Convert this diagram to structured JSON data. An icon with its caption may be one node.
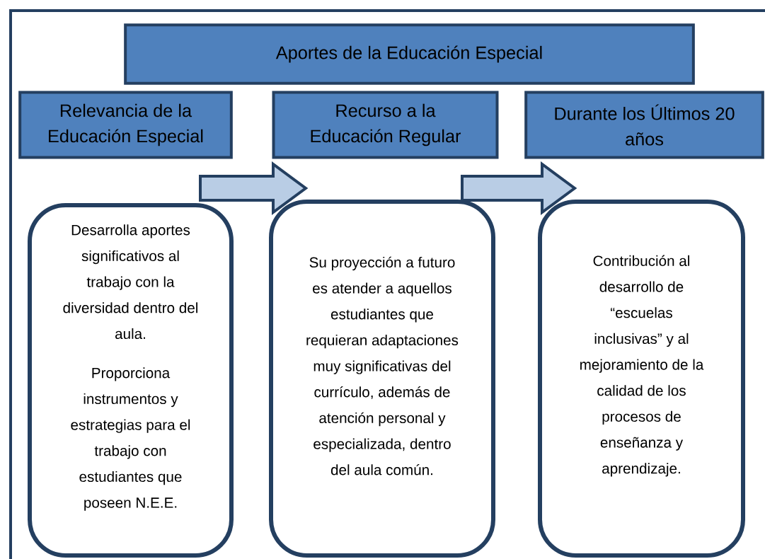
{
  "diagram": {
    "nodes": [
      {
        "text": [
          "Aportes de la Educación Especial"
        ]
      },
      {
        "text": [
          "Relevancia de la Educación Especial"
        ]
      },
      {
        "text": [
          "Recurso a la Educación Regular"
        ]
      },
      {
        "text": [
          "Durante los Últimos 20 años"
        ]
      },
      {
        "text": [
          "Desarrolla aportes significativos al trabajo con la diversidad dentro del aula.",
          "Proporciona instrumentos y estrategias para el trabajo con estudiantes que poseen N.E.E."
        ]
      },
      {
        "text": [
          "Su proyección a futuro es atender a aquellos estudiantes que requieran adaptaciones muy significativas del currículo, además de atención personal y especializada, dentro del aula común."
        ]
      },
      {
        "text": [
          "Contribución al desarrollo de “escuelas inclusivas” y al mejoramiento de la calidad de los procesos de enseñanza y aprendizaje."
        ]
      }
    ],
    "edges": [
      {
        "from": 4,
        "to": 5,
        "arrow": "to"
      },
      {
        "from": 5,
        "to": 6,
        "arrow": "to"
      }
    ]
  }
}
